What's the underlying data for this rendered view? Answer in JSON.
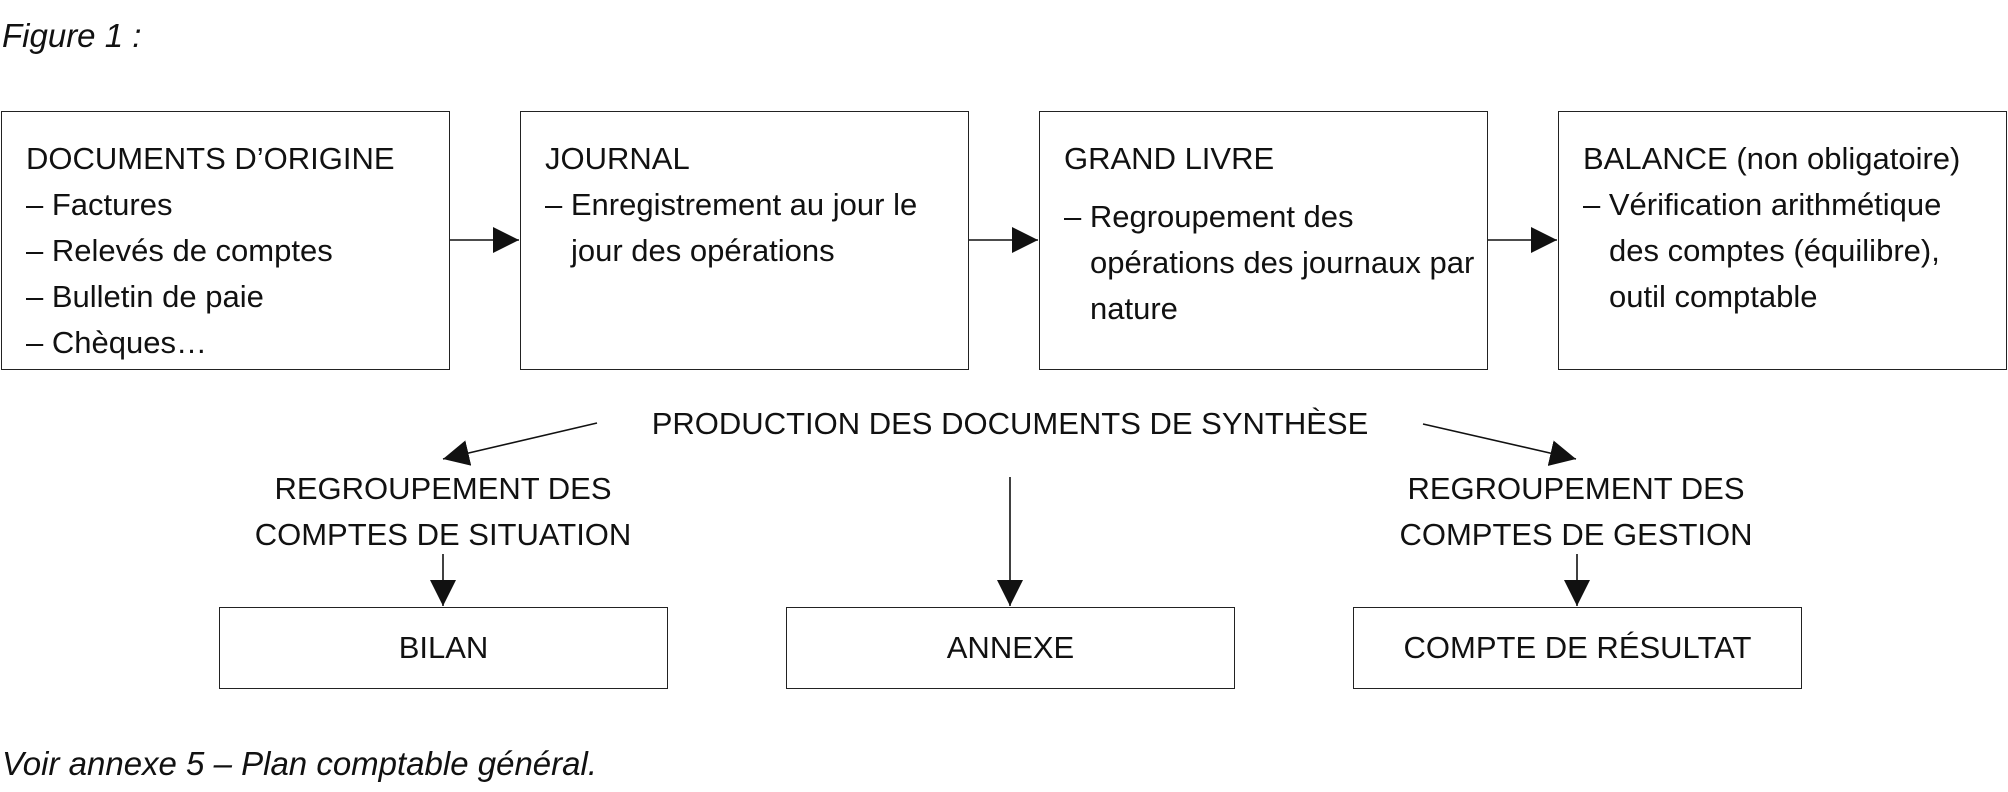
{
  "figure_caption": "Figure 1 :",
  "footer_note": "Voir annexe 5 – Plan comptable général.",
  "stages": [
    {
      "title": "DOCUMENTS D’ORIGINE",
      "items": [
        "– Factures",
        "– Relevés de comptes",
        "– Bulletin de paie",
        "– Chèques…"
      ]
    },
    {
      "title": "JOURNAL",
      "items": [
        "– Enregistrement au jour le jour des opérations"
      ]
    },
    {
      "title": "GRAND LIVRE",
      "items": [
        "– Regroupement des opérations des journaux par nature"
      ]
    },
    {
      "title": "BALANCE (non obligatoire)",
      "items": [
        "– Vérification arithmétique des comptes (équilibre), outil comptable"
      ]
    }
  ],
  "synthesis_title": "PRODUCTION DES DOCUMENTS DE SYNTHÈSE",
  "groupings": {
    "left": [
      "REGROUPEMENT DES",
      "COMPTES DE SITUATION"
    ],
    "right": [
      "REGROUPEMENT DES",
      "COMPTES DE GESTION"
    ]
  },
  "outputs": [
    "BILAN",
    "ANNEXE",
    "COMPTE DE RÉSULTAT"
  ]
}
